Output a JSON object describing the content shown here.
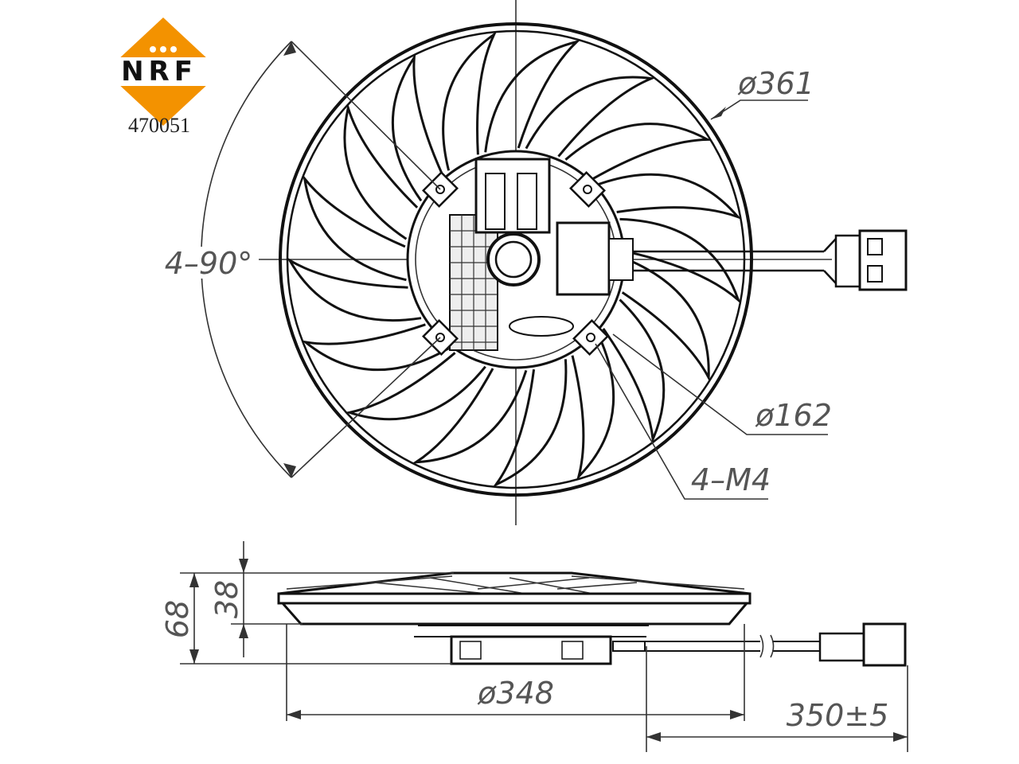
{
  "brand": {
    "logo_text": "NRF",
    "part_number": "470051",
    "logo_color": "#F39200"
  },
  "dimensions": {
    "outer_diameter": "ø361",
    "mount_pattern": "4–90°",
    "motor_diameter": "ø162",
    "screws": "4–M4",
    "total_height": "68",
    "blade_height": "38",
    "fan_diameter": "ø348",
    "cable_length": "350±5"
  },
  "colors": {
    "line": "#111111",
    "dimension_text": "#555555"
  }
}
